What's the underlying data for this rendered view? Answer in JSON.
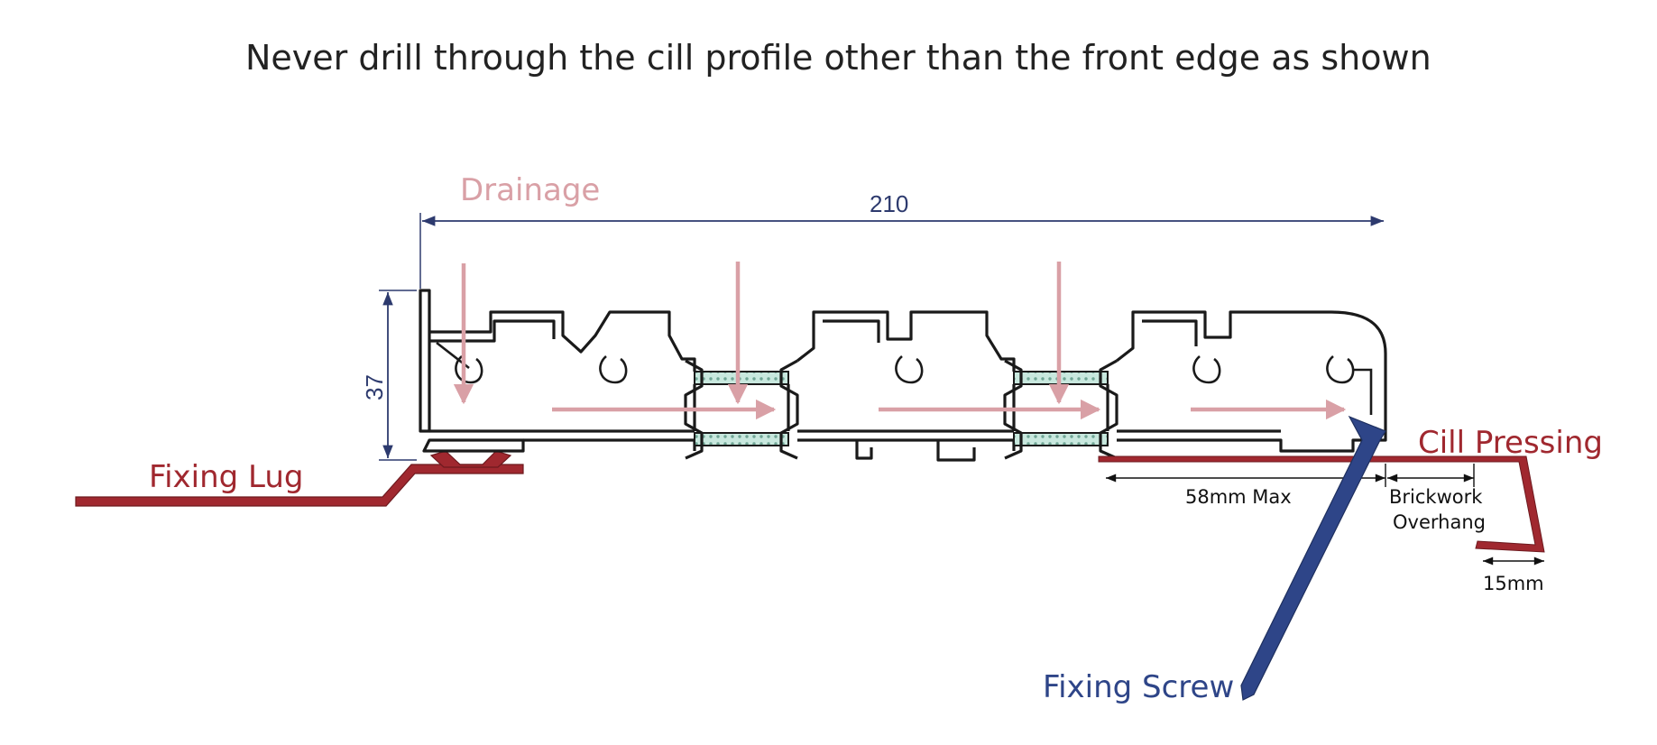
{
  "title": "Never drill through the cill profile other than the front edge as shown",
  "labels": {
    "drainage": "Drainage",
    "fixing_lug": "Fixing Lug",
    "cill_pressing": "Cill Pressing",
    "fixing_screw": "Fixing Screw",
    "max_58": "58mm Max",
    "brickwork_line1": "Brickwork",
    "brickwork_line2": "Overhang",
    "mm15": "15mm"
  },
  "dimensions": {
    "width": "210",
    "height": "37"
  },
  "colors": {
    "title": "#222222",
    "profile": "#1a1a1a",
    "drainage_arrow": "#d9a0a6",
    "red_part": "#a0282f",
    "blue_part": "#2e4588",
    "dimension_line": "#2d3a6e",
    "thermal_break_fill": "#9fd3c4"
  }
}
